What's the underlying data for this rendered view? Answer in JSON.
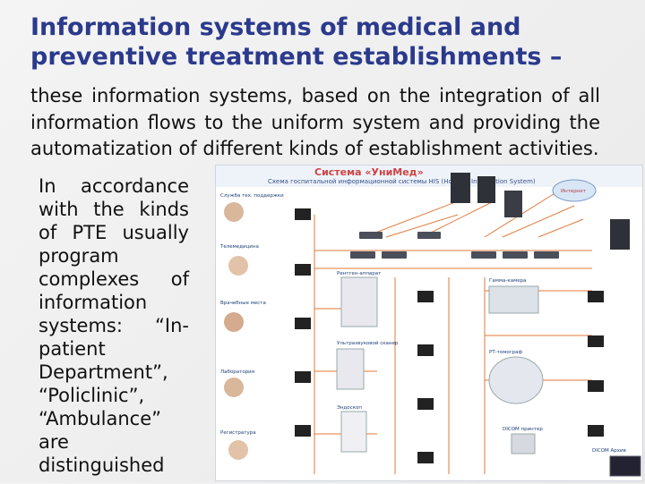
{
  "title_line1": "Information systems of medical and",
  "title_line2": "preventive treatment establishments –",
  "lead_text": "these information systems, based on the integration of all information flows to the uniform system and providing the automatization of different kinds of establishment activities.",
  "side_text": "In accordance with the kinds of PTE usually program complexes of information systems: “In-patient Department”, “Policlinic”, “Ambulance” are distinguished",
  "diagram": {
    "header_tag": "Система «УниМед»",
    "header_sub": "Схема госпитальной информационной системы HIS (Hospital Information System)",
    "left_labels": [
      "Служба тех. поддержки",
      "Телемедицина",
      "Врачебные места",
      "Лаборатория",
      "Регистратура"
    ],
    "mid_labels": [
      "Рентген-аппарат",
      "Ультразвуковой сканер",
      "Эндоскоп"
    ],
    "right_labels": [
      "Гамма-камера",
      "РТ-томограф",
      "DICOM принтер",
      "Интернет",
      "DICOM Архив"
    ]
  },
  "colors": {
    "title": "#2b3a8c",
    "text": "#111111",
    "diagram_links": "#e07a3a",
    "diagram_accent": "#c44444"
  }
}
